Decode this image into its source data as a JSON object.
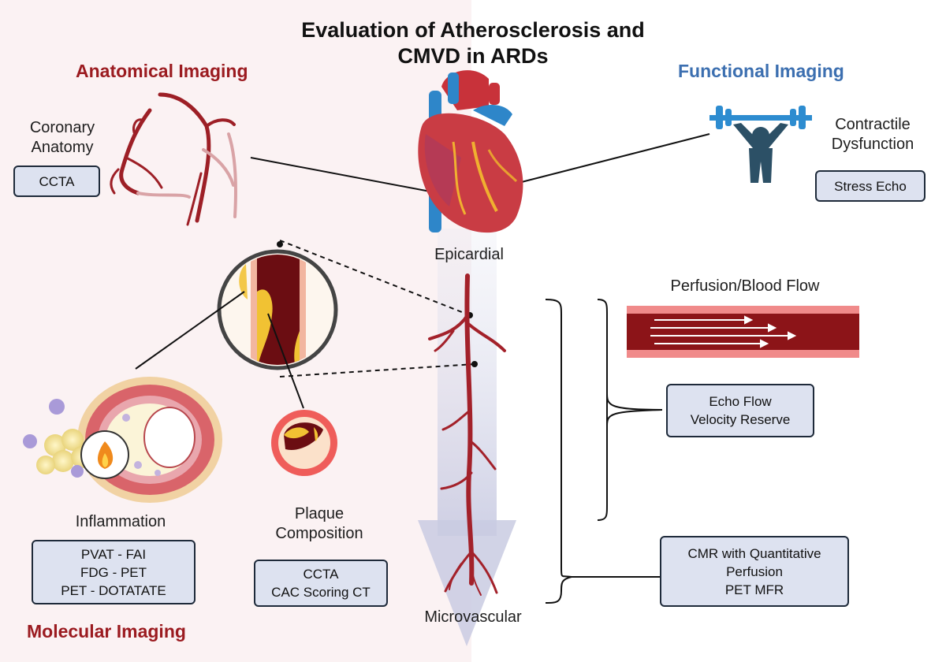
{
  "title": {
    "line1": "Evaluation of Atherosclerosis and",
    "line2": "CMVD in ARDs"
  },
  "sections": {
    "anatomical": "Anatomical Imaging",
    "functional": "Functional Imaging",
    "molecular": "Molecular Imaging"
  },
  "labels": {
    "coronary_anatomy": [
      "Coronary",
      "Anatomy"
    ],
    "contractile_dysfunction": [
      "Contractile",
      "Dysfunction"
    ],
    "epicardial": "Epicardial",
    "perfusion": "Perfusion/Blood Flow",
    "inflammation": "Inflammation",
    "plaque_composition": [
      "Plaque",
      "Composition"
    ],
    "microvascular": "Microvascular"
  },
  "boxes": {
    "ccta_anatomy": [
      "CCTA"
    ],
    "stress_echo": [
      "Stress Echo"
    ],
    "echo_flow": [
      "Echo Flow",
      "Velocity Reserve"
    ],
    "cmr": [
      "CMR with Quantitative",
      "Perfusion",
      "PET MFR"
    ],
    "inflammation_methods": [
      "PVAT - FAI",
      "FDG - PET",
      "PET - DOTATATE"
    ],
    "plaque_methods": [
      "CCTA",
      "CAC Scoring CT"
    ]
  },
  "colors": {
    "anatomical_red": "#9b1b20",
    "functional_blue": "#3c6fb0",
    "vessel_red": "#a3212a",
    "box_fill": "#dde2f0",
    "panel_pink": "#fbf2f3"
  },
  "icons": [
    "coronary-tree-icon",
    "heart-icon",
    "weightlifter-icon",
    "artery-cross-section-icon",
    "plaque-zoom-icon",
    "microvascular-tree-icon",
    "blood-flow-vessel-icon",
    "flame-icon"
  ]
}
